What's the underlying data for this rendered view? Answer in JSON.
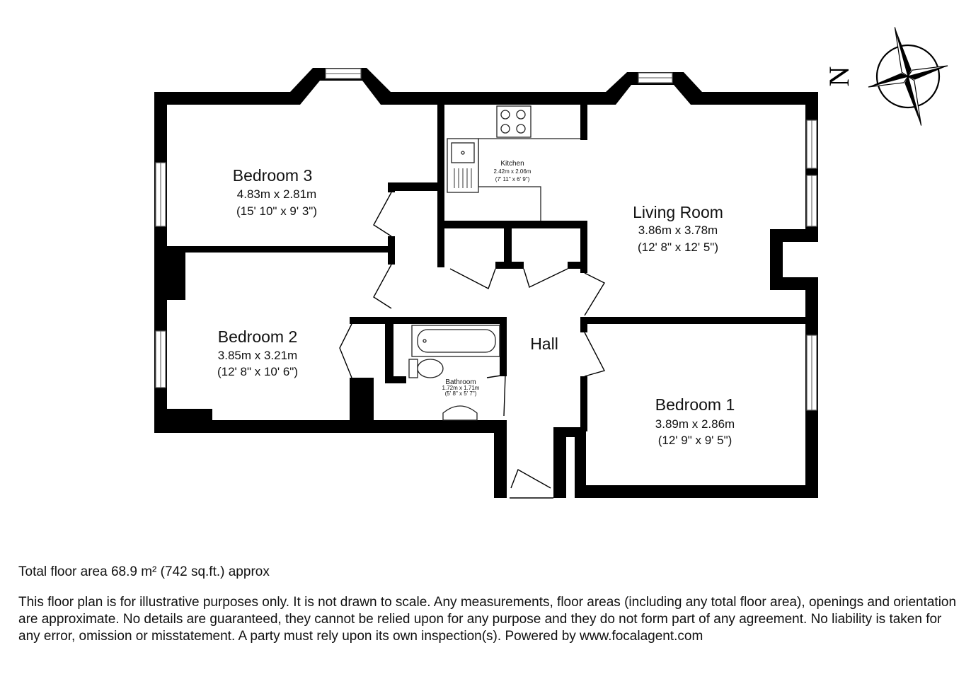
{
  "rooms": {
    "bedroom3": {
      "name": "Bedroom 3",
      "metric": "4.83m x 2.81m",
      "imperial": "(15' 10\" x 9' 3\")"
    },
    "bedroom2": {
      "name": "Bedroom 2",
      "metric": "3.85m x 3.21m",
      "imperial": "(12' 8\" x 10' 6\")"
    },
    "bedroom1": {
      "name": "Bedroom 1",
      "metric": "3.89m x 2.86m",
      "imperial": "(12' 9\" x 9' 5\")"
    },
    "living": {
      "name": "Living Room",
      "metric": "3.86m x 3.78m",
      "imperial": "(12' 8\" x 12' 5\")"
    },
    "kitchen": {
      "name": "Kitchen",
      "metric": "2.42m x 2.06m",
      "imperial": "(7' 11\" x 6' 9\")"
    },
    "bathroom": {
      "name": "Bathroom",
      "metric": "1.72m x 1.71m",
      "imperial": "(5' 8\" x 5' 7\")"
    },
    "hall": {
      "name": "Hall"
    }
  },
  "compass": {
    "label": "N"
  },
  "footer": {
    "total_area": "Total floor area 68.9 m² (742 sq.ft.) approx",
    "disclaimer": "This floor plan is for illustrative purposes only. It is not drawn to scale. Any measurements, floor areas (including any total floor area), openings and orientation are approximate. No details are guaranteed, they cannot be relied upon for any purpose and they do not form part of any agreement. No liability is taken for any error, omission or misstatement. A party must rely upon its own inspection(s). Powered by www.focalagent.com"
  }
}
